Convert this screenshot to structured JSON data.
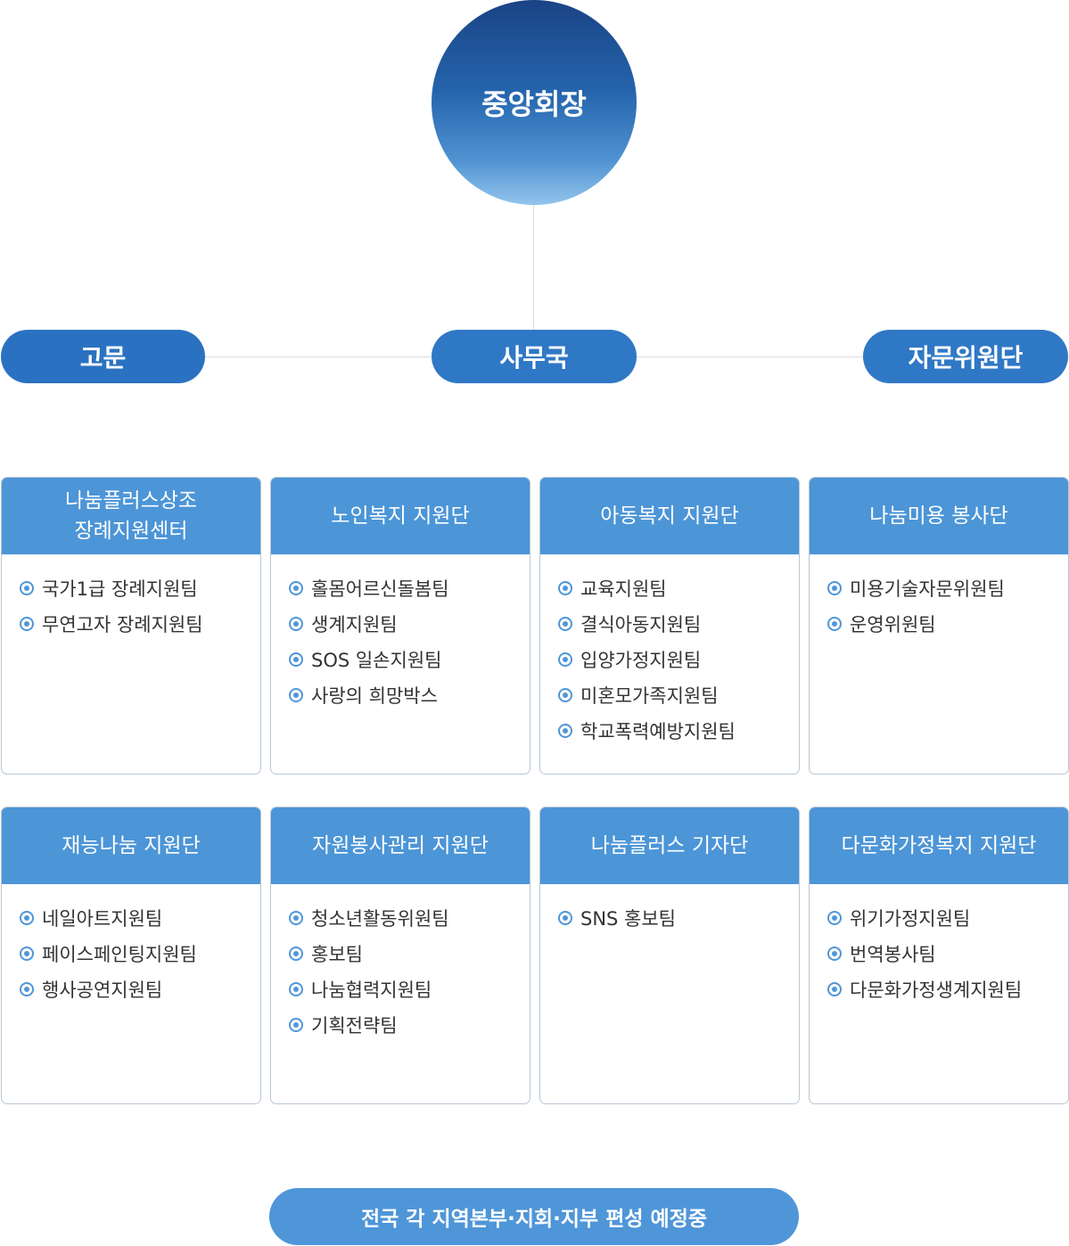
{
  "top": {
    "label": "중앙회장"
  },
  "level2": {
    "left": "고문",
    "center": "사무국",
    "right": "자문위원단"
  },
  "units": [
    {
      "title_lines": [
        "나눔플러스상조",
        "장례지원센터"
      ],
      "items": [
        "국가1급 장례지원팀",
        "무연고자 장례지원팀"
      ]
    },
    {
      "title_lines": [
        "노인복지 지원단"
      ],
      "items": [
        "홀몸어르신돌봄팀",
        "생계지원팀",
        "SOS 일손지원팀",
        "사랑의 희망박스"
      ]
    },
    {
      "title_lines": [
        "아동복지 지원단"
      ],
      "items": [
        "교육지원팀",
        "결식아동지원팀",
        "입양가정지원팀",
        "미혼모가족지원팀",
        "학교폭력예방지원팀"
      ]
    },
    {
      "title_lines": [
        "나눔미용 봉사단"
      ],
      "items": [
        "미용기술자문위원팀",
        "운영위원팀"
      ]
    },
    {
      "title_lines": [
        "재능나눔 지원단"
      ],
      "items": [
        "네일아트지원팀",
        "페이스페인팅지원팀",
        "행사공연지원팀"
      ]
    },
    {
      "title_lines": [
        "자원봉사관리 지원단"
      ],
      "items": [
        "청소년활동위원팀",
        "홍보팀",
        "나눔협력지원팀",
        "기획전략팀"
      ]
    },
    {
      "title_lines": [
        "나눔플러스 기자단"
      ],
      "items": [
        "SNS 홍보팀"
      ]
    },
    {
      "title_lines": [
        "다문화가정복지 지원단"
      ],
      "items": [
        "위기가정지원팀",
        "번역봉사팀",
        "다문화가정생계지원팀"
      ]
    }
  ],
  "footer": {
    "label": "전국 각 지역본부·지회·지부 편성 예정중"
  },
  "colors": {
    "primary_blue": "#2f78c6",
    "card_header_blue": "#4c95d7",
    "circle_top": "#1a4385",
    "circle_bottom": "#93c4ec",
    "connector": "#d9dde3"
  }
}
